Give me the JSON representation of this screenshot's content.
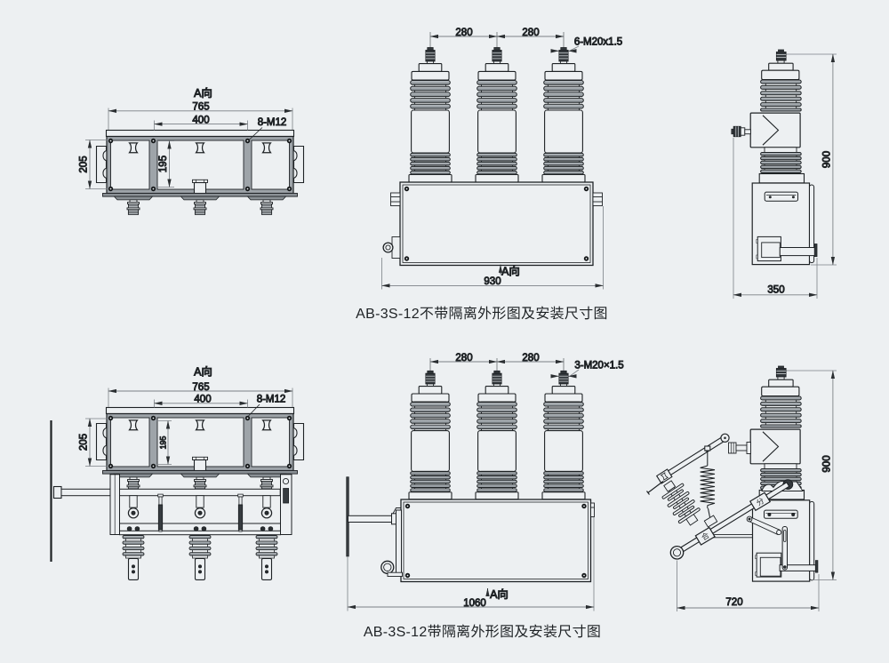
{
  "drawing": {
    "background": "#edf0f2",
    "line_color": "#1e2225",
    "figures": [
      {
        "id": "without-isolation",
        "caption": "AB-3S-12不带隔离外形图及安装尺寸图",
        "plan_view": {
          "view_label": "A向",
          "overall_width": "765",
          "mounting_span": "400",
          "mounting_holes": "8-M12",
          "overall_depth": "205",
          "mounting_depth": "195"
        },
        "front_view": {
          "phase_spacing_left": "280",
          "phase_spacing_right": "280",
          "terminal_thread": "6-M20x1.5",
          "overall_width": "930",
          "view_label": "A向"
        },
        "side_view": {
          "overall_height": "900",
          "overall_depth": "350"
        }
      },
      {
        "id": "with-isolation",
        "caption": "AB-3S-12带隔离外形图及安装尺寸图",
        "plan_view": {
          "view_label": "A向",
          "overall_width": "765",
          "mounting_span": "400",
          "mounting_holes": "8-M12",
          "overall_depth": "205",
          "mounting_depth": "195"
        },
        "front_view": {
          "phase_spacing_left": "280",
          "phase_spacing_right": "280",
          "terminal_thread": "3-M20×1.5",
          "overall_width": "1060",
          "view_label": "A向"
        },
        "side_view": {
          "overall_height": "900",
          "overall_depth": "720",
          "switch_open_label": "分",
          "switch_close_label": "合"
        }
      }
    ]
  }
}
